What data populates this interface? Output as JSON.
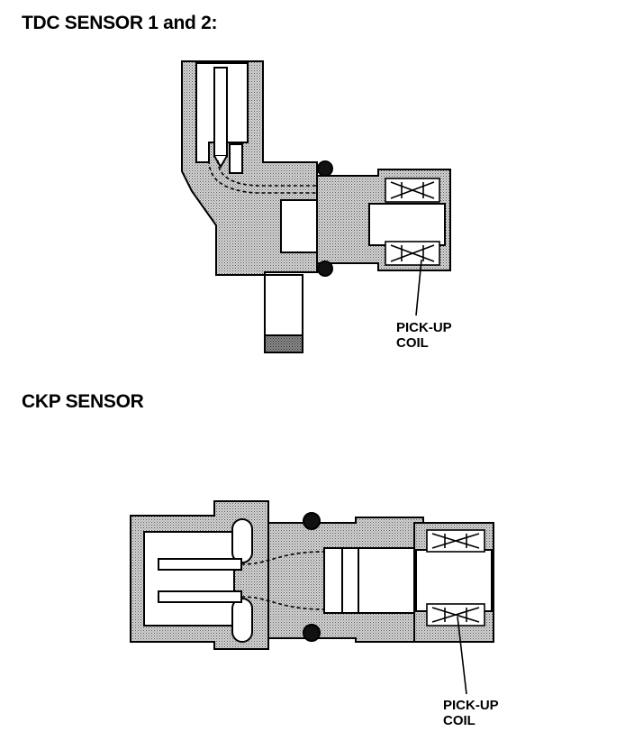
{
  "tdc": {
    "heading": "TDC SENSOR 1 and 2:",
    "pickup_line1": "PICK-UP",
    "pickup_line2": "COIL"
  },
  "ckp": {
    "heading": "CKP SENSOR",
    "pickup_line1": "PICK-UP",
    "pickup_line2": "COIL"
  }
}
